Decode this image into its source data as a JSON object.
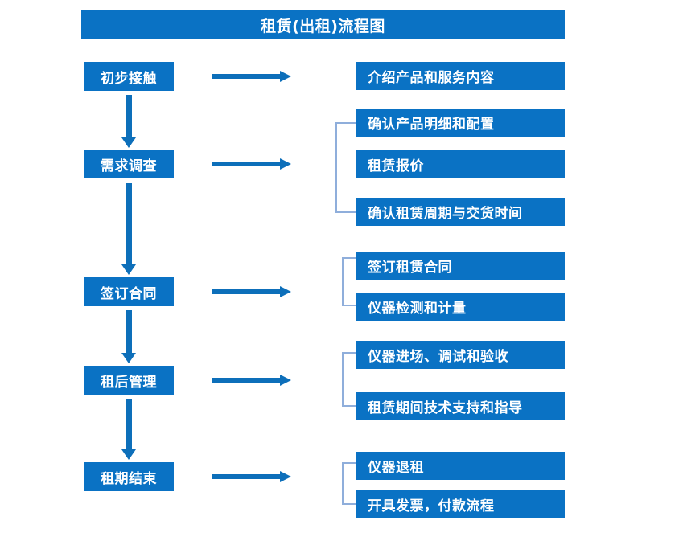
{
  "title": "租赁(出租)流程图",
  "accent_color": "#0A72C4",
  "arrow_color": "#0D6FBA",
  "bracket_color": "#8FAEDB",
  "stages": [
    {
      "label": "初步接触"
    },
    {
      "label": "需求调查"
    },
    {
      "label": "签订合同"
    },
    {
      "label": "租后管理"
    },
    {
      "label": "租期结束"
    }
  ],
  "details": [
    {
      "label": "介绍产品和服务内容"
    },
    {
      "label": "确认产品明细和配置"
    },
    {
      "label": "租赁报价"
    },
    {
      "label": "确认租赁周期与交货时间"
    },
    {
      "label": "签订租赁合同"
    },
    {
      "label": "仪器检测和计量"
    },
    {
      "label": "仪器进场、调试和验收"
    },
    {
      "label": "租赁期间技术支持和指导"
    },
    {
      "label": "仪器退租"
    },
    {
      "label": "开具发票，付款流程"
    }
  ]
}
